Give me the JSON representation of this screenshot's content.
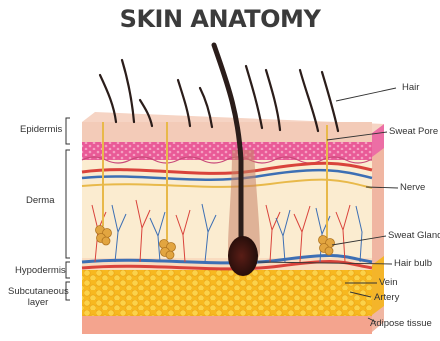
{
  "title": "SKIN ANATOMY",
  "layers": {
    "epidermis": "Epidermis",
    "derma": "Derma",
    "hypodermis": "Hypodermis",
    "subcutaneous_line1": "Subcutaneous",
    "subcutaneous_line2": "layer"
  },
  "structures": {
    "hair": "Hair",
    "sweat_pore": "Sweat Pore",
    "nerve": "Nerve",
    "sweat_gland": "Sweat Gland",
    "hair_bulb": "Hair bulb",
    "vein": "Vein",
    "artery": "Artery",
    "adipose_tissue": "Adipose tissue"
  },
  "colors": {
    "epidermis": "#f3cbb8",
    "epidermis_pink": "#e95a97",
    "derma": "#fbecd0",
    "artery": "#d9433b",
    "vein": "#3d6fb4",
    "nerve": "#e8b94a",
    "adipose": "#f6c12b",
    "base": "#f4a48e",
    "hair": "#2b1d1a"
  }
}
